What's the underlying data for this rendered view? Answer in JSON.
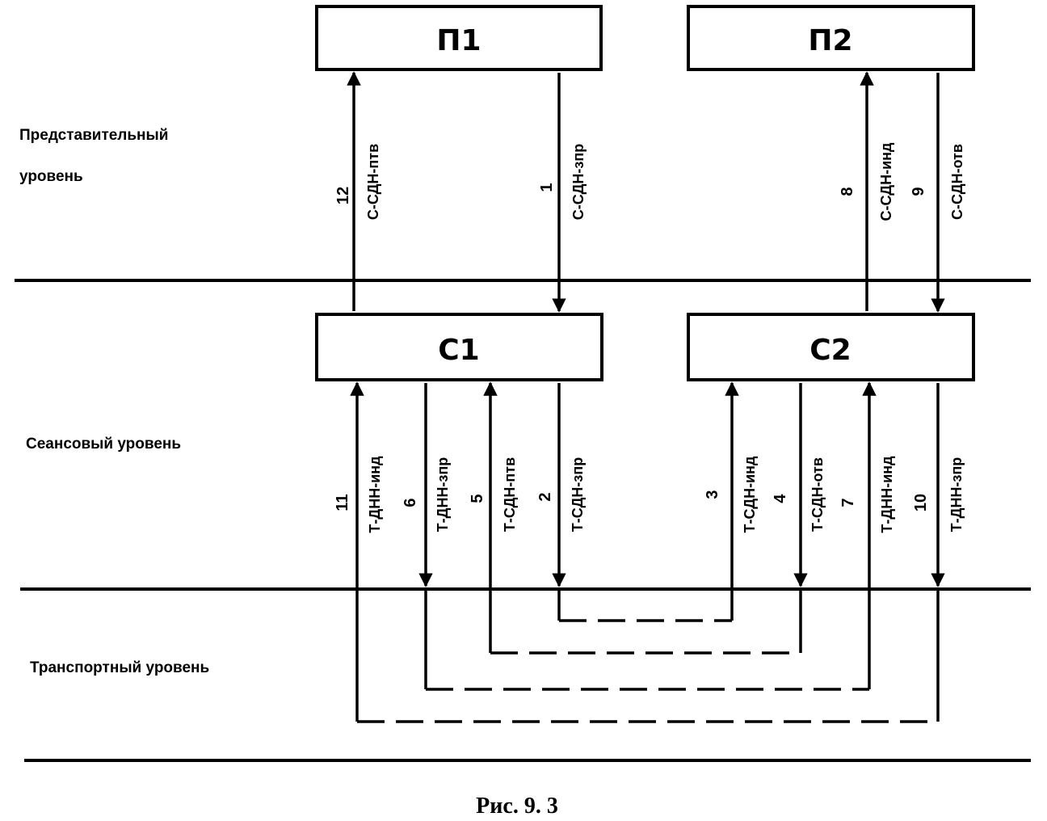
{
  "boxes": {
    "p1": "П1",
    "p2": "П2",
    "c1": "С1",
    "c2": "С2"
  },
  "levels": {
    "presentation_line1": "Представительный",
    "presentation_line2": "уровень",
    "session": "Сеансовый уровень",
    "transport": "Транспортный уровень"
  },
  "primitives": {
    "p12": {
      "num": "12",
      "name": "С-СДН-птв"
    },
    "p1": {
      "num": "1",
      "name": "С-СДН-зпр"
    },
    "p8": {
      "num": "8",
      "name": "С-СДН-инд"
    },
    "p9": {
      "num": "9",
      "name": "С-СДН-отв"
    },
    "p11": {
      "num": "11",
      "name": "Т-ДНН-инд"
    },
    "p6": {
      "num": "6",
      "name": "Т-ДНН-зпр"
    },
    "p5": {
      "num": "5",
      "name": "Т-СДН-птв"
    },
    "p2": {
      "num": "2",
      "name": "Т-СДН-зпр"
    },
    "p3": {
      "num": "3",
      "name": "Т-СДН-инд"
    },
    "p4": {
      "num": "4",
      "name": "Т-СДН-отв"
    },
    "p7": {
      "num": "7",
      "name": "Т-ДНН-инд"
    },
    "p10": {
      "num": "10",
      "name": "Т-ДНН-зпр"
    }
  },
  "caption": "Рис. 9. 3"
}
